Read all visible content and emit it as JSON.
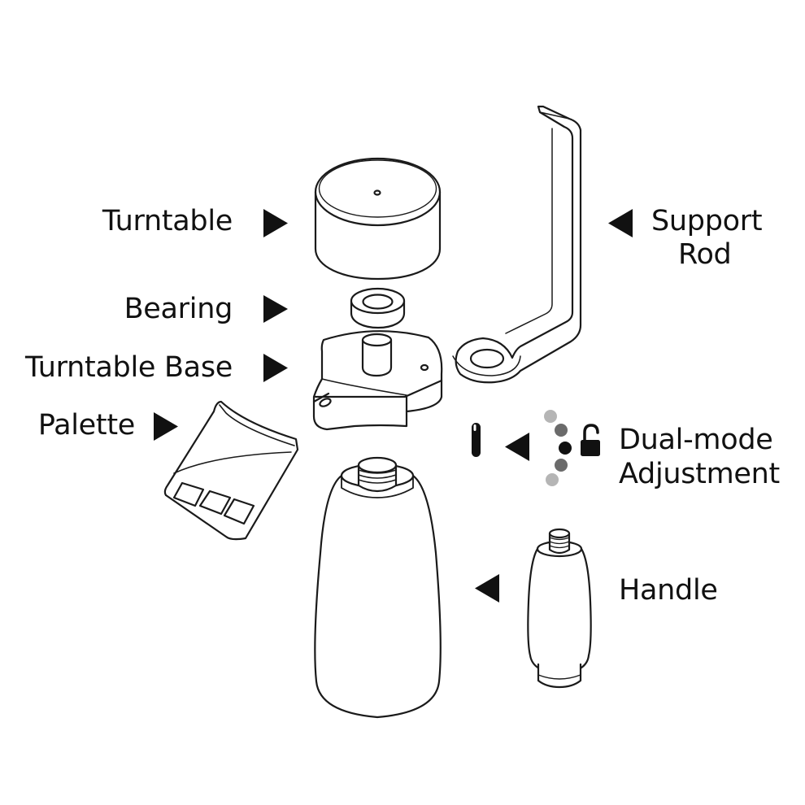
{
  "labels": {
    "turntable": "Turntable",
    "bearing": "Bearing",
    "turntable_base": "Turntable Base",
    "palette": "Palette",
    "support_rod_line1": "Support",
    "support_rod_line2": "Rod",
    "dual_mode_line1": "Dual-mode",
    "dual_mode_line2": "Adjustment",
    "handle": "Handle"
  },
  "colors": {
    "line": "#1a1a1a",
    "fill": "#ffffff",
    "dot_dark": "#111111",
    "dot_mid": "#6b6b6b",
    "dot_light": "#b5b5b5"
  },
  "icons": {
    "pointer": "triangle-arrow",
    "pin": "pin-icon",
    "lock": "lock-icon"
  }
}
